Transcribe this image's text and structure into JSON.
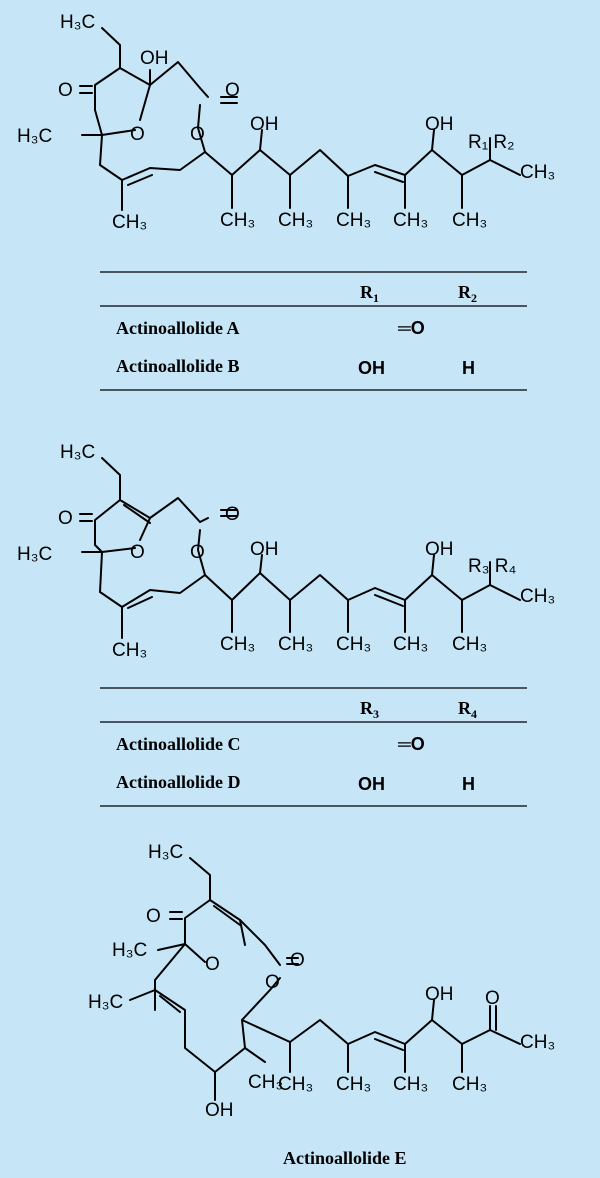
{
  "table1": {
    "head_r1": "R",
    "head_r1_sub": "1",
    "head_r2": "R",
    "head_r2_sub": "2",
    "rows": [
      {
        "name": "Actinoallolide A",
        "merged": "═O"
      },
      {
        "name": "Actinoallolide B",
        "r1": "OH",
        "r2": "H"
      }
    ]
  },
  "table2": {
    "head_r3": "R",
    "head_r3_sub": "3",
    "head_r4": "R",
    "head_r4_sub": "4",
    "rows": [
      {
        "name": "Actinoallolide C",
        "merged": "═O"
      },
      {
        "name": "Actinoallolide D",
        "r3": "OH",
        "r4": "H"
      }
    ]
  },
  "caption_e": "Actinoallolide E",
  "atoms": {
    "h3c": "H₃C",
    "ch3": "CH₃",
    "oh": "OH",
    "o": "O",
    "r1r2": "R₁ R₂",
    "r3r4": "R₃ R₄"
  },
  "colors": {
    "background": "#c6e6f7",
    "ink": "#000000"
  }
}
